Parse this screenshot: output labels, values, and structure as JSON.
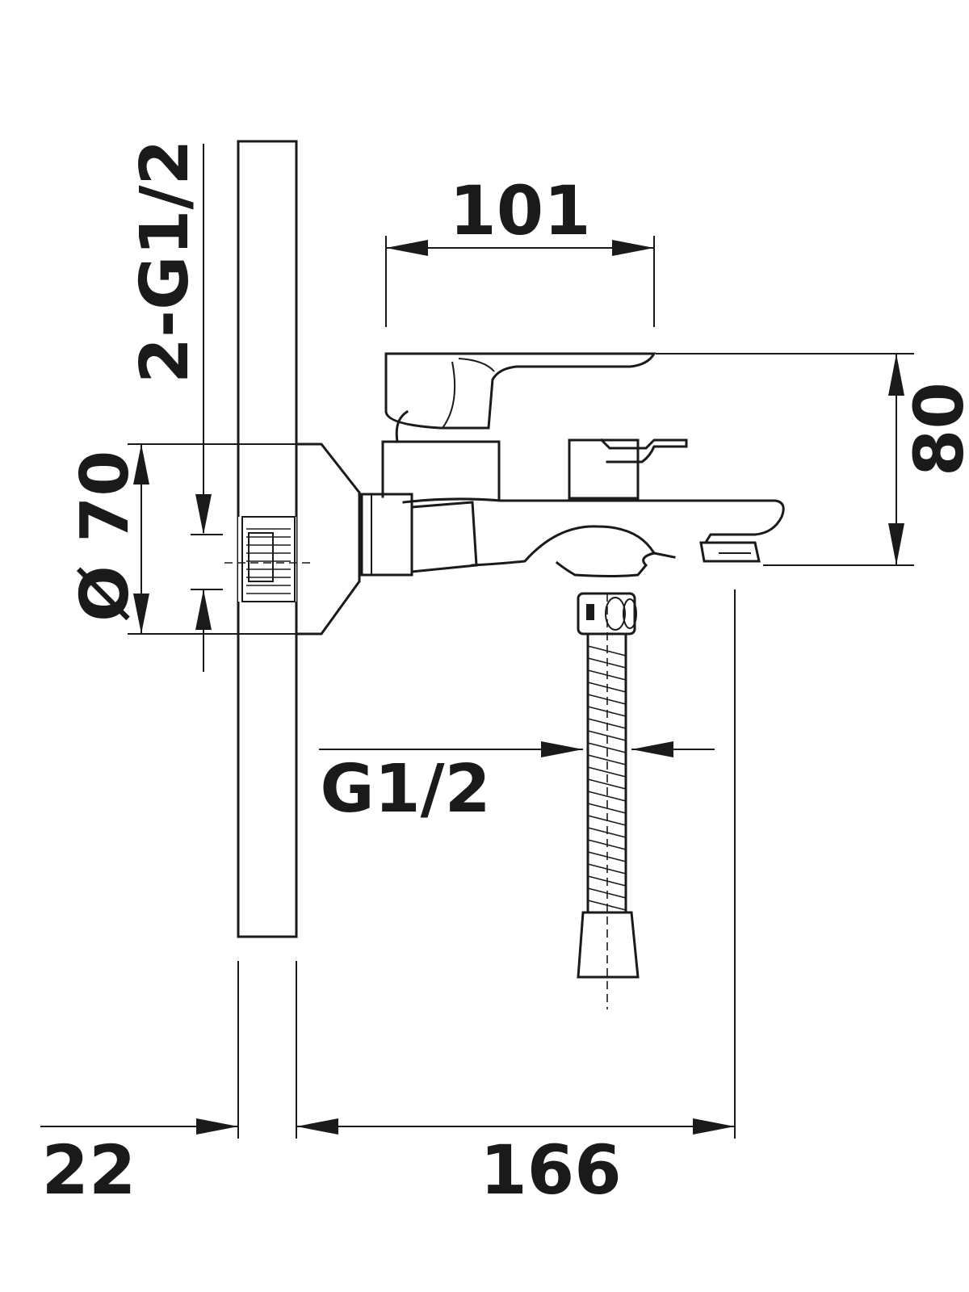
{
  "dimensions": {
    "width_top": "101",
    "height_right": "80",
    "diameter": "Ø 70",
    "inlet_thread": "2-G1/2",
    "outlet_thread": "G1/2",
    "wall_offset": "22",
    "projection": "166"
  },
  "colors": {
    "line": "#1a1a1a",
    "background": "#ffffff"
  }
}
